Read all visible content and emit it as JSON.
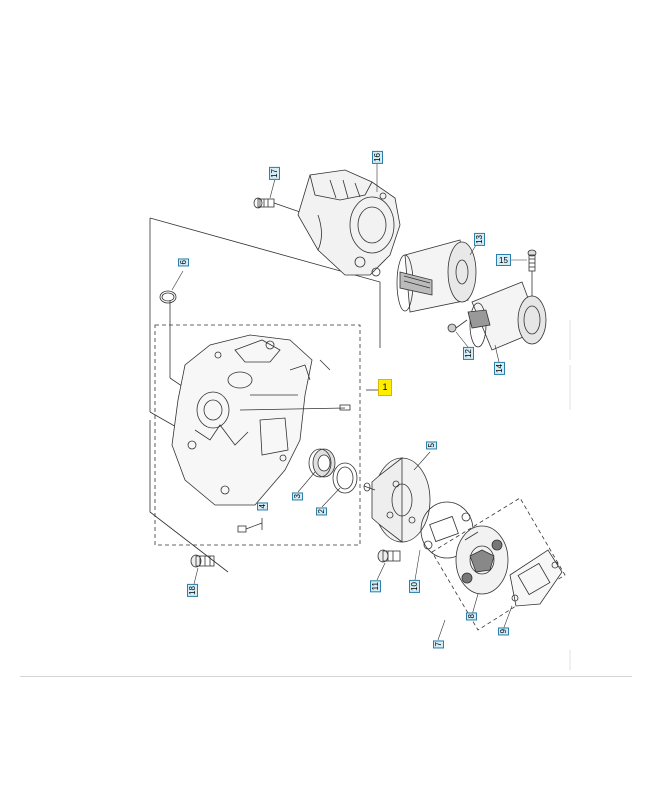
{
  "diagram": {
    "callouts": {
      "c1": "1",
      "c2": "2",
      "c3": "3",
      "c4": "4",
      "c5": "5",
      "c6": "6",
      "c7": "7",
      "c8": "8",
      "c9": "9",
      "c10": "10",
      "c11": "11",
      "c12": "12",
      "c13": "13",
      "c14": "14",
      "c15": "15",
      "c16": "16",
      "c17": "17",
      "c18": "18"
    },
    "colors": {
      "callout_fill": "#d3ecf6",
      "callout_border": "#2b7fa8",
      "highlight_fill": "#ffee00"
    }
  }
}
